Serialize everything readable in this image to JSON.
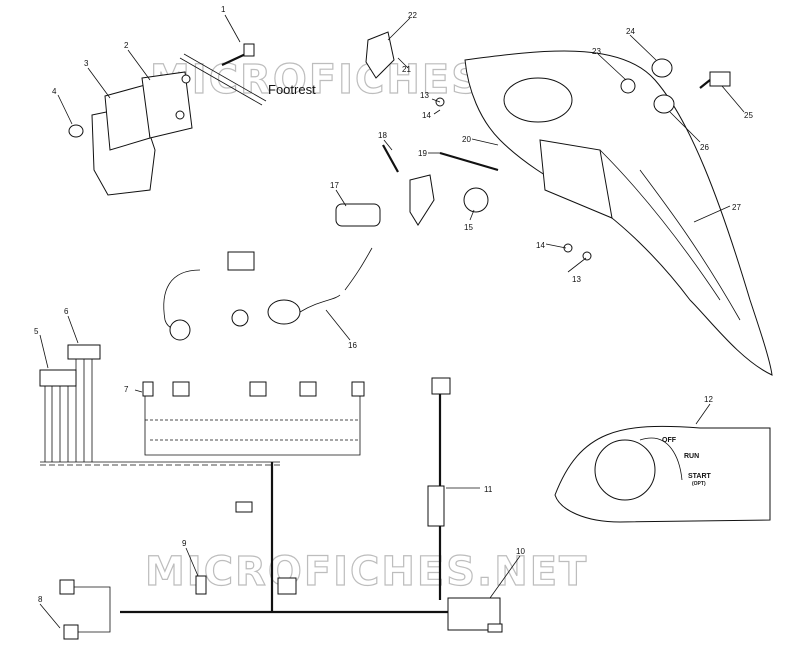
{
  "watermark": "MICROFICHES.NET",
  "footrest_label": "Footrest",
  "callouts": [
    "1",
    "2",
    "3",
    "4",
    "5",
    "6",
    "7",
    "8",
    "9",
    "10",
    "11",
    "12",
    "13",
    "13",
    "14",
    "14",
    "15",
    "16",
    "17",
    "18",
    "19",
    "20",
    "21",
    "22",
    "23",
    "24",
    "25",
    "26",
    "27"
  ],
  "switch_positions": {
    "off": "OFF",
    "run": "RUN",
    "start": "START",
    "start_note": "(OPT)"
  },
  "colors": {
    "line": "#111111",
    "watermark": "#bdbdbd",
    "background": "#ffffff"
  }
}
